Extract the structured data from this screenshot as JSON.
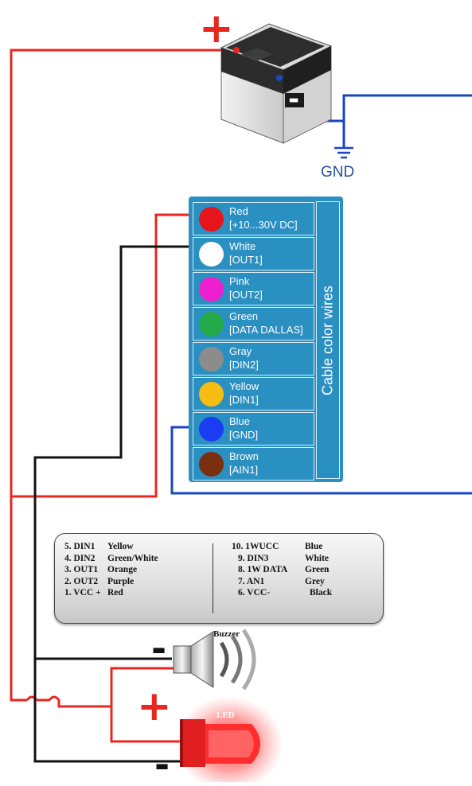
{
  "battery": {
    "plus_sign": "+",
    "minus_sign": "-"
  },
  "ground": {
    "label": "GND"
  },
  "cable_panel": {
    "title": "Cable color wires",
    "wires": [
      {
        "name": "Red",
        "signal": "[+10...30V DC]",
        "color": "#e8141b"
      },
      {
        "name": "White",
        "signal": "[OUT1]",
        "color": "#ffffff"
      },
      {
        "name": "Pink",
        "signal": "[OUT2]",
        "color": "#ee1fcf"
      },
      {
        "name": "Green",
        "signal": "[DATA DALLAS]",
        "color": "#23a84a"
      },
      {
        "name": "Gray",
        "signal": "[DIN2]",
        "color": "#8c8c8c"
      },
      {
        "name": "Yellow",
        "signal": "[DIN1]",
        "color": "#f7bd12"
      },
      {
        "name": "Blue",
        "signal": "[GND]",
        "color": "#1a3cf2"
      },
      {
        "name": "Brown",
        "signal": "[AIN1]",
        "color": "#7a2f0e"
      }
    ]
  },
  "pinout": {
    "left": [
      {
        "pin": "5. DIN1",
        "color": "Yellow"
      },
      {
        "pin": "4. DIN2",
        "color": "Green/White"
      },
      {
        "pin": "3. OUT1",
        "color": "Orange"
      },
      {
        "pin": "2. OUT2",
        "color": "Purple"
      },
      {
        "pin": "1. VCC +",
        "color": "Red"
      }
    ],
    "right": [
      {
        "pin": "10. 1WUCC",
        "color": "Blue"
      },
      {
        "pin": "9. DIN3",
        "color": "White"
      },
      {
        "pin": "8. 1W DATA",
        "color": "Green"
      },
      {
        "pin": "7. AN1",
        "color": "Grey"
      },
      {
        "pin": "6. VCC-",
        "color": "Black"
      }
    ]
  },
  "buzzer": {
    "label": "Buzzer",
    "minus_sign": "-"
  },
  "led": {
    "label": "LED",
    "plus_sign": "+",
    "minus_sign": "-"
  },
  "colors": {
    "red_wire": "#e8271f",
    "blue_wire": "#1846c4",
    "black_wire": "#111111"
  }
}
